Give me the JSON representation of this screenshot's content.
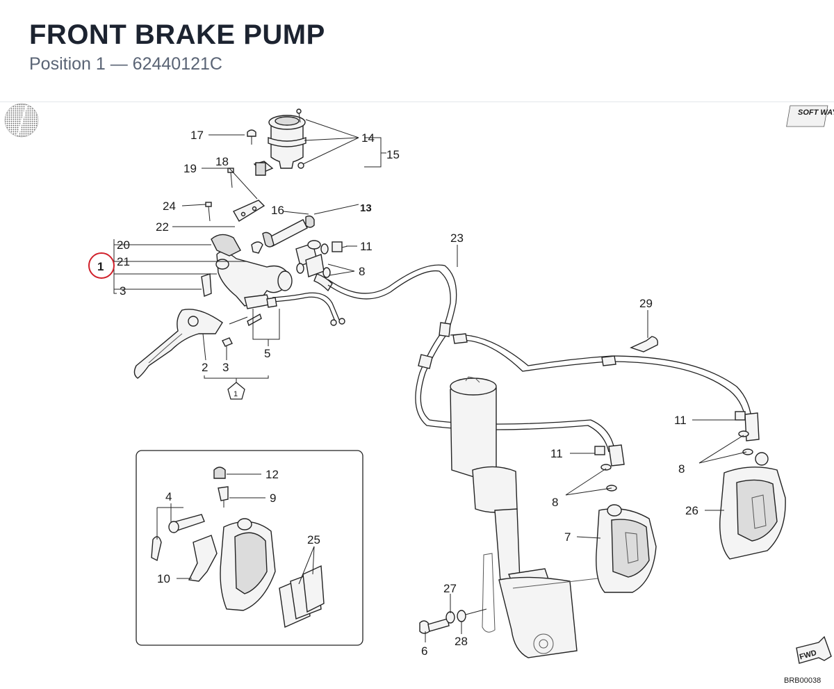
{
  "header": {
    "title": "FRONT BRAKE PUMP",
    "subtitle": "Position 1 — 62440121C"
  },
  "callouts": {
    "p17": "17",
    "p14": "14",
    "p15": "15",
    "p18": "18",
    "p19": "19",
    "p24": "24",
    "p16": "16",
    "p13": "13",
    "p22": "22",
    "p20": "20",
    "p21": "21",
    "p1": "1",
    "p3a": "3",
    "p11a": "11",
    "p8a": "8",
    "p23": "23",
    "p2": "2",
    "p3b": "3",
    "p5": "5",
    "p1b": "1",
    "p29": "29",
    "p11b": "11",
    "p11c": "11",
    "p8b": "8",
    "p8c": "8",
    "p26": "26",
    "p7": "7",
    "p12": "12",
    "p9": "9",
    "p4": "4",
    "p25": "25",
    "p10": "10",
    "p27": "27",
    "p28": "28",
    "p6": "6"
  },
  "logo_text": "SOFT WAY",
  "fwd_text": "FWD",
  "drawing_code": "BRB00038",
  "colors": {
    "highlight": "#d0202a",
    "ink": "#222222",
    "title": "#1c2330",
    "subtitle": "#5a6475"
  },
  "icons": {
    "corner": "halftone-disc-icon",
    "brand": "softway-logo",
    "direction": "fwd-arrow-icon"
  }
}
